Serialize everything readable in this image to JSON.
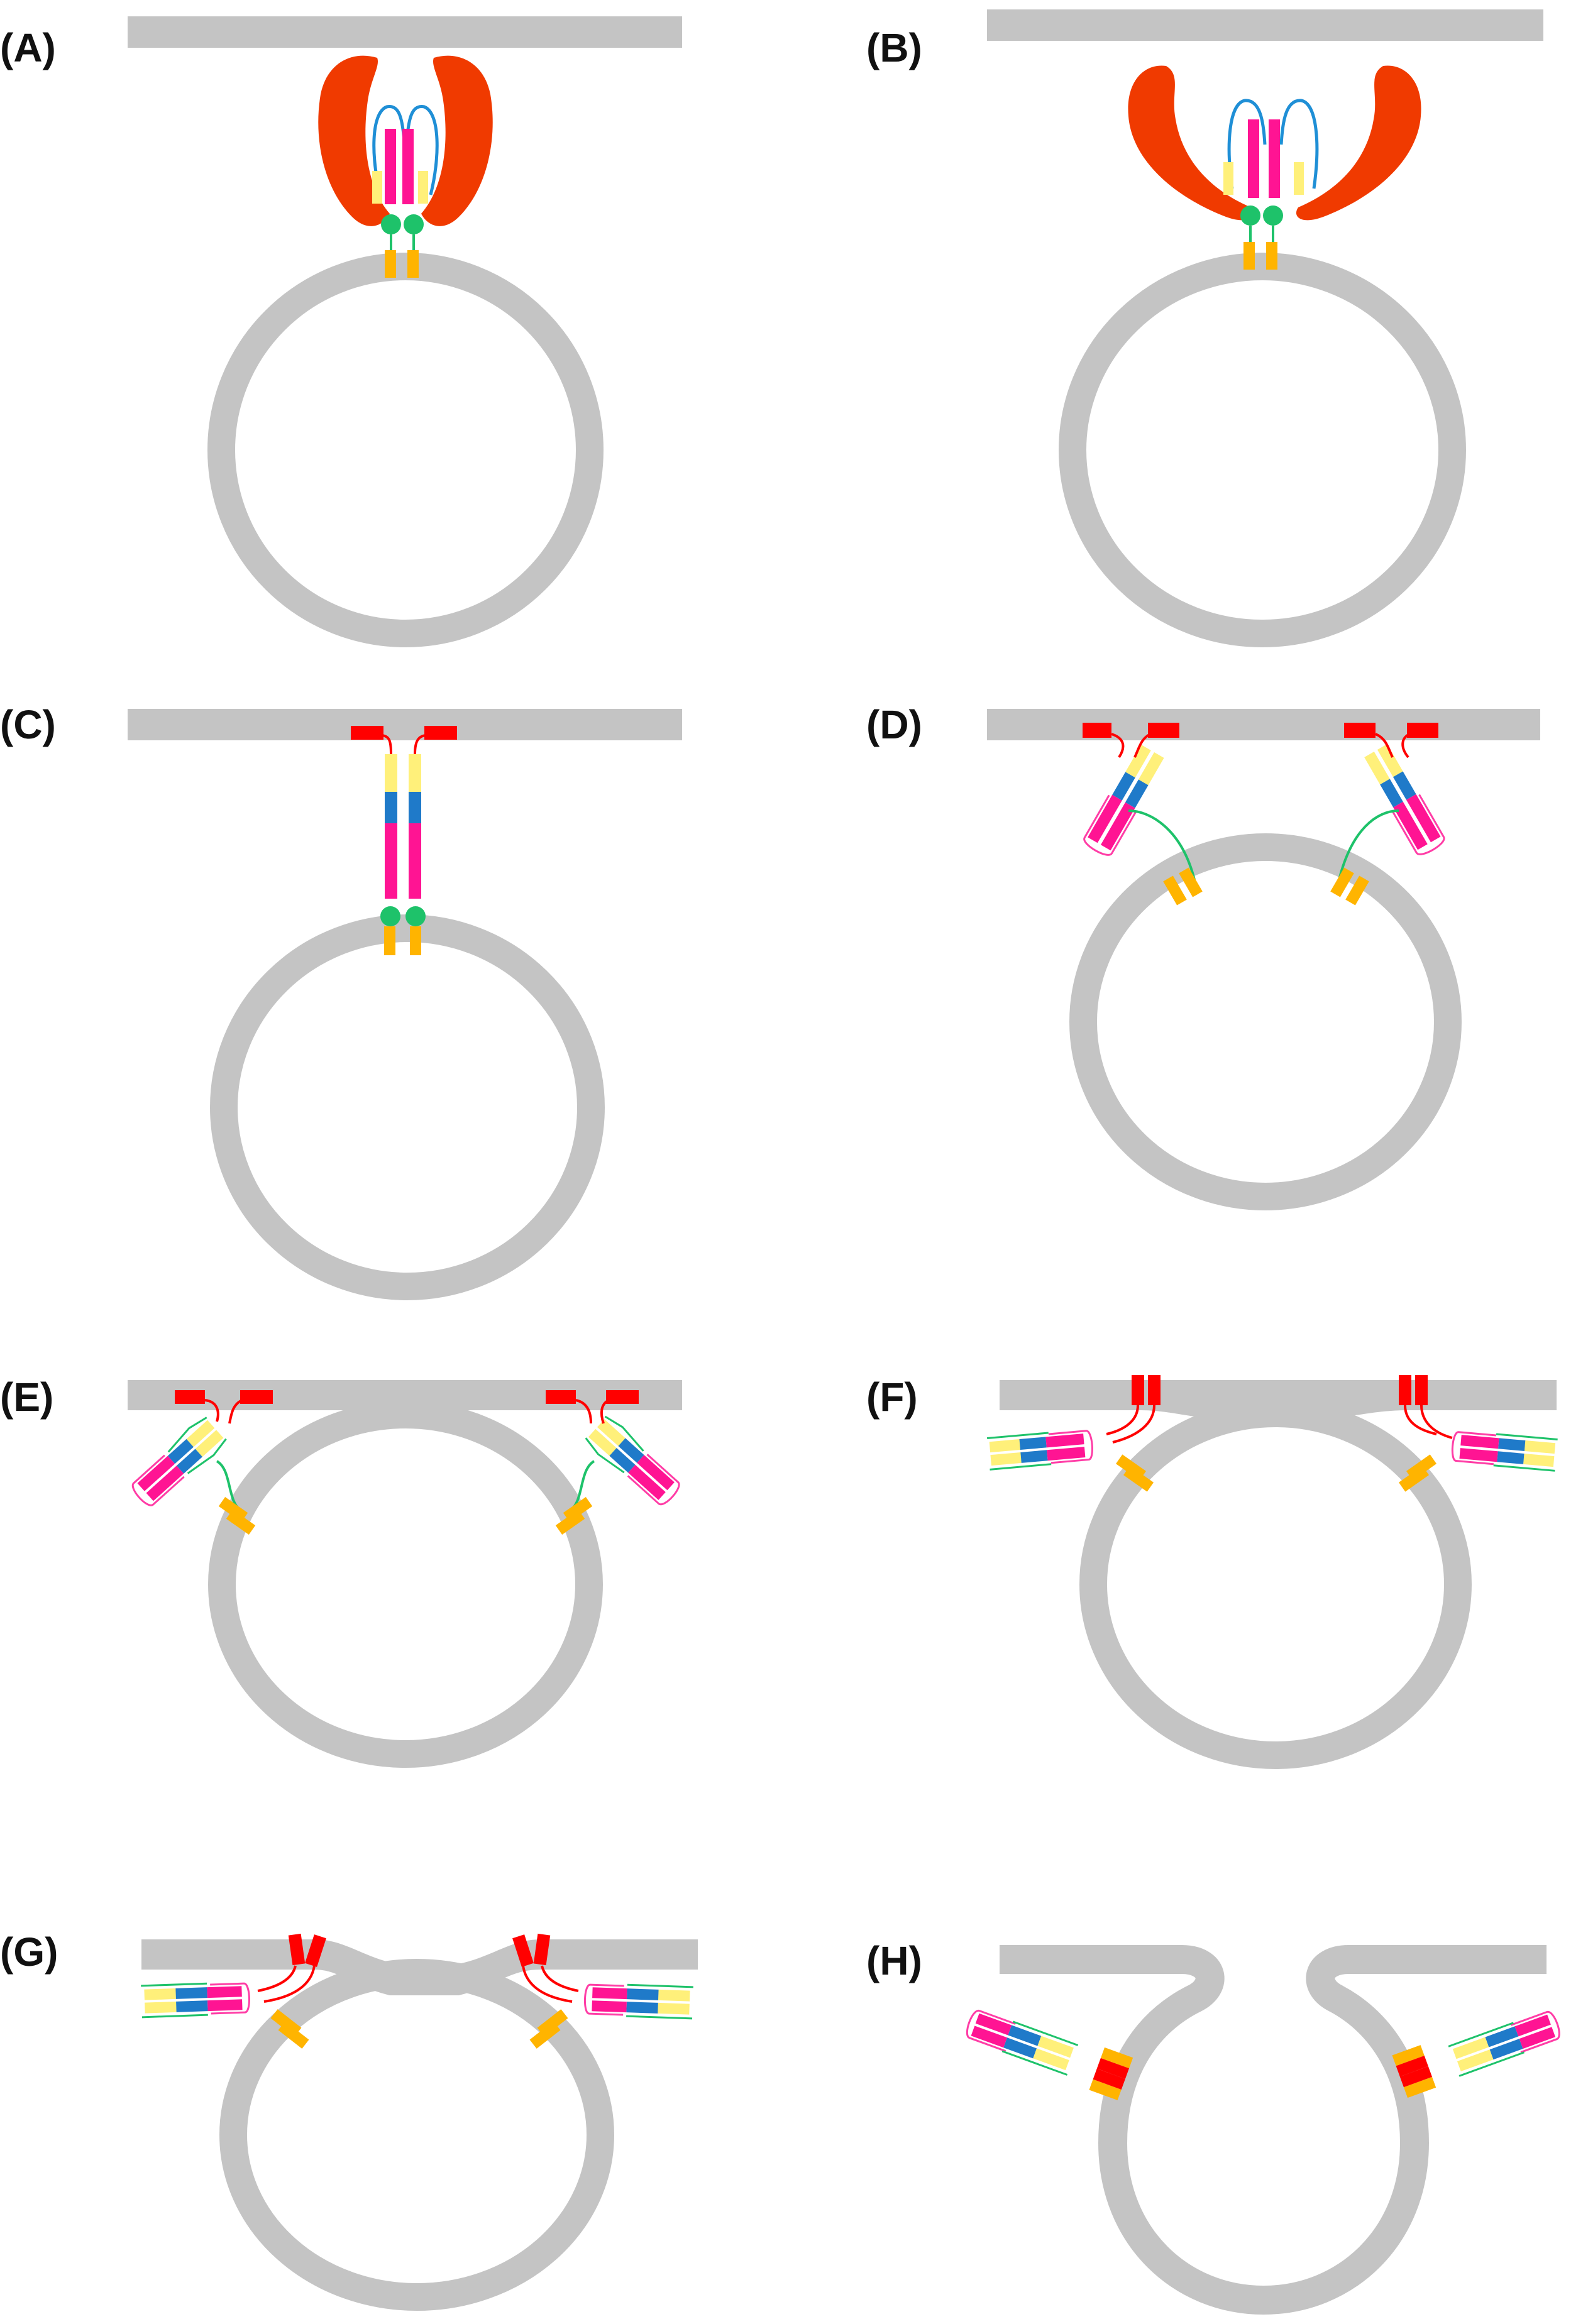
{
  "panels": [
    {
      "id": "A",
      "label": "(A)"
    },
    {
      "id": "B",
      "label": "(B)"
    },
    {
      "id": "C",
      "label": "(C)"
    },
    {
      "id": "D",
      "label": "(D)"
    },
    {
      "id": "E",
      "label": "(E)"
    },
    {
      "id": "F",
      "label": "(F)"
    },
    {
      "id": "G",
      "label": "(G)"
    },
    {
      "id": "H",
      "label": "(H)"
    }
  ],
  "colors": {
    "membrane": "#c4c4c4",
    "chaperone": "#f03a00",
    "snare-core": "#ff1493",
    "linker": "#1f7ac9",
    "yellow-domain": "#fff07a",
    "vesicle-anchor": "#ffb400",
    "green-domain": "#1ec26a",
    "red-anchor": "#ff0000",
    "green-line": "#1ec26a",
    "blue-line": "#1f8fd6",
    "pink-outline": "#ff3da6"
  }
}
